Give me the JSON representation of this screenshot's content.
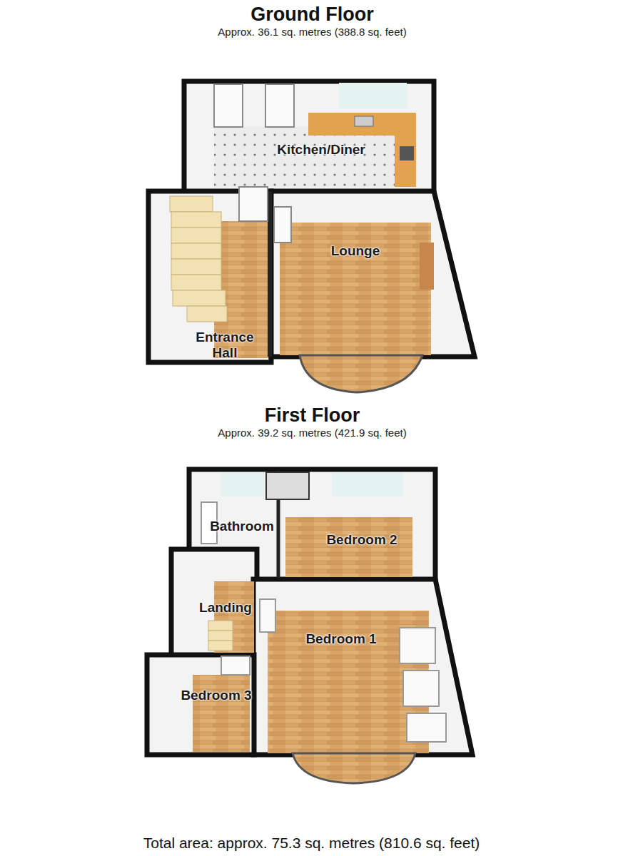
{
  "diagram": {
    "caption": "Total area: approx.  75.3 sq. metres (810.6 sq. feet)",
    "nodes": [
      {
        "text": [
          "Ground Floor",
          "Approx.  36.1 sq. metres (388.8 sq. feet)"
        ]
      },
      {
        "text": [
          "Kitchen/Diner"
        ],
        "in": 0
      },
      {
        "text": [
          "Entrance Hall"
        ],
        "in": 0
      },
      {
        "text": [
          "Lounge"
        ],
        "in": 0
      },
      {
        "text": [
          "First Floor",
          "Approx.  39.2 sq. metres (421.9 sq. feet)"
        ]
      },
      {
        "text": [
          "Bathroom"
        ],
        "in": 4
      },
      {
        "text": [
          "Bedroom 2"
        ],
        "in": 4
      },
      {
        "text": [
          "Landing"
        ],
        "in": 4
      },
      {
        "text": [
          "Bedroom 1"
        ],
        "in": 4
      },
      {
        "text": [
          "Bedroom 3"
        ],
        "in": 4
      }
    ]
  }
}
